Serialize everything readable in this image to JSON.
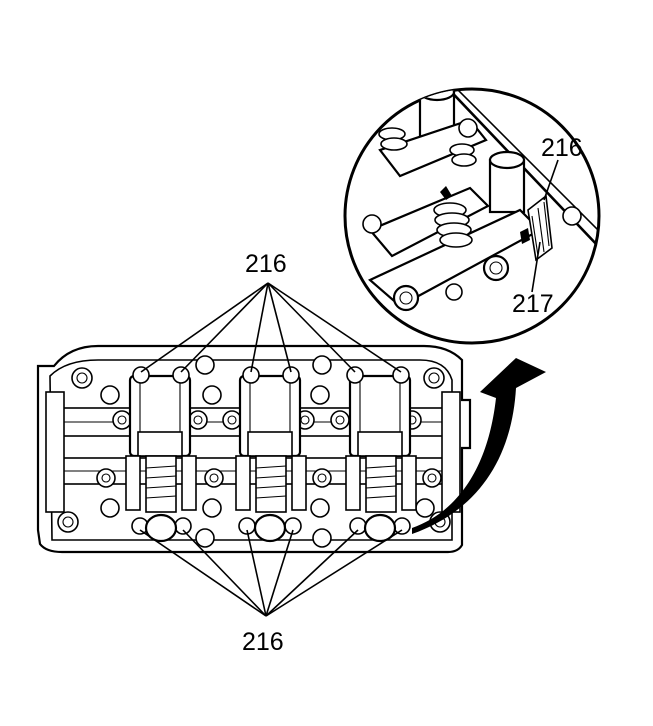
{
  "labels": {
    "top": "216",
    "bottom": "216",
    "detail_upper": "216",
    "detail_lower": "217"
  },
  "colors": {
    "ink": "#000000",
    "paper": "#ffffff"
  }
}
